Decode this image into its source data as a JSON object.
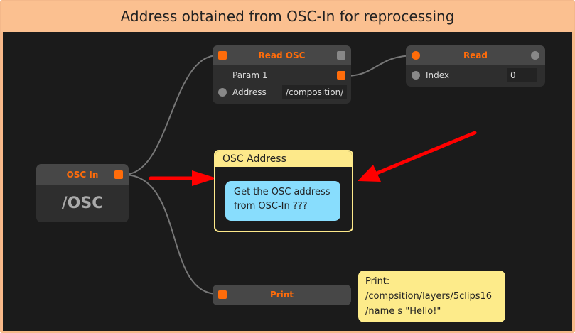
{
  "title": "Address obtained from OSC-In for reprocessing",
  "nodes": {
    "read_osc": {
      "title": "Read OSC",
      "param": "Param 1",
      "address_label": "Address",
      "address_value": "/composition/"
    },
    "read": {
      "title": "Read",
      "index_label": "Index",
      "index_value": "0"
    },
    "osc_in": {
      "title": "OSC In",
      "value": "/OSC"
    },
    "print": {
      "title": "Print"
    }
  },
  "group": {
    "title": "OSC Address",
    "note": "Get the OSC address from OSC-In ???"
  },
  "print_note": "Print: /compsition/layers/5clips16 /name s \"Hello!\""
}
